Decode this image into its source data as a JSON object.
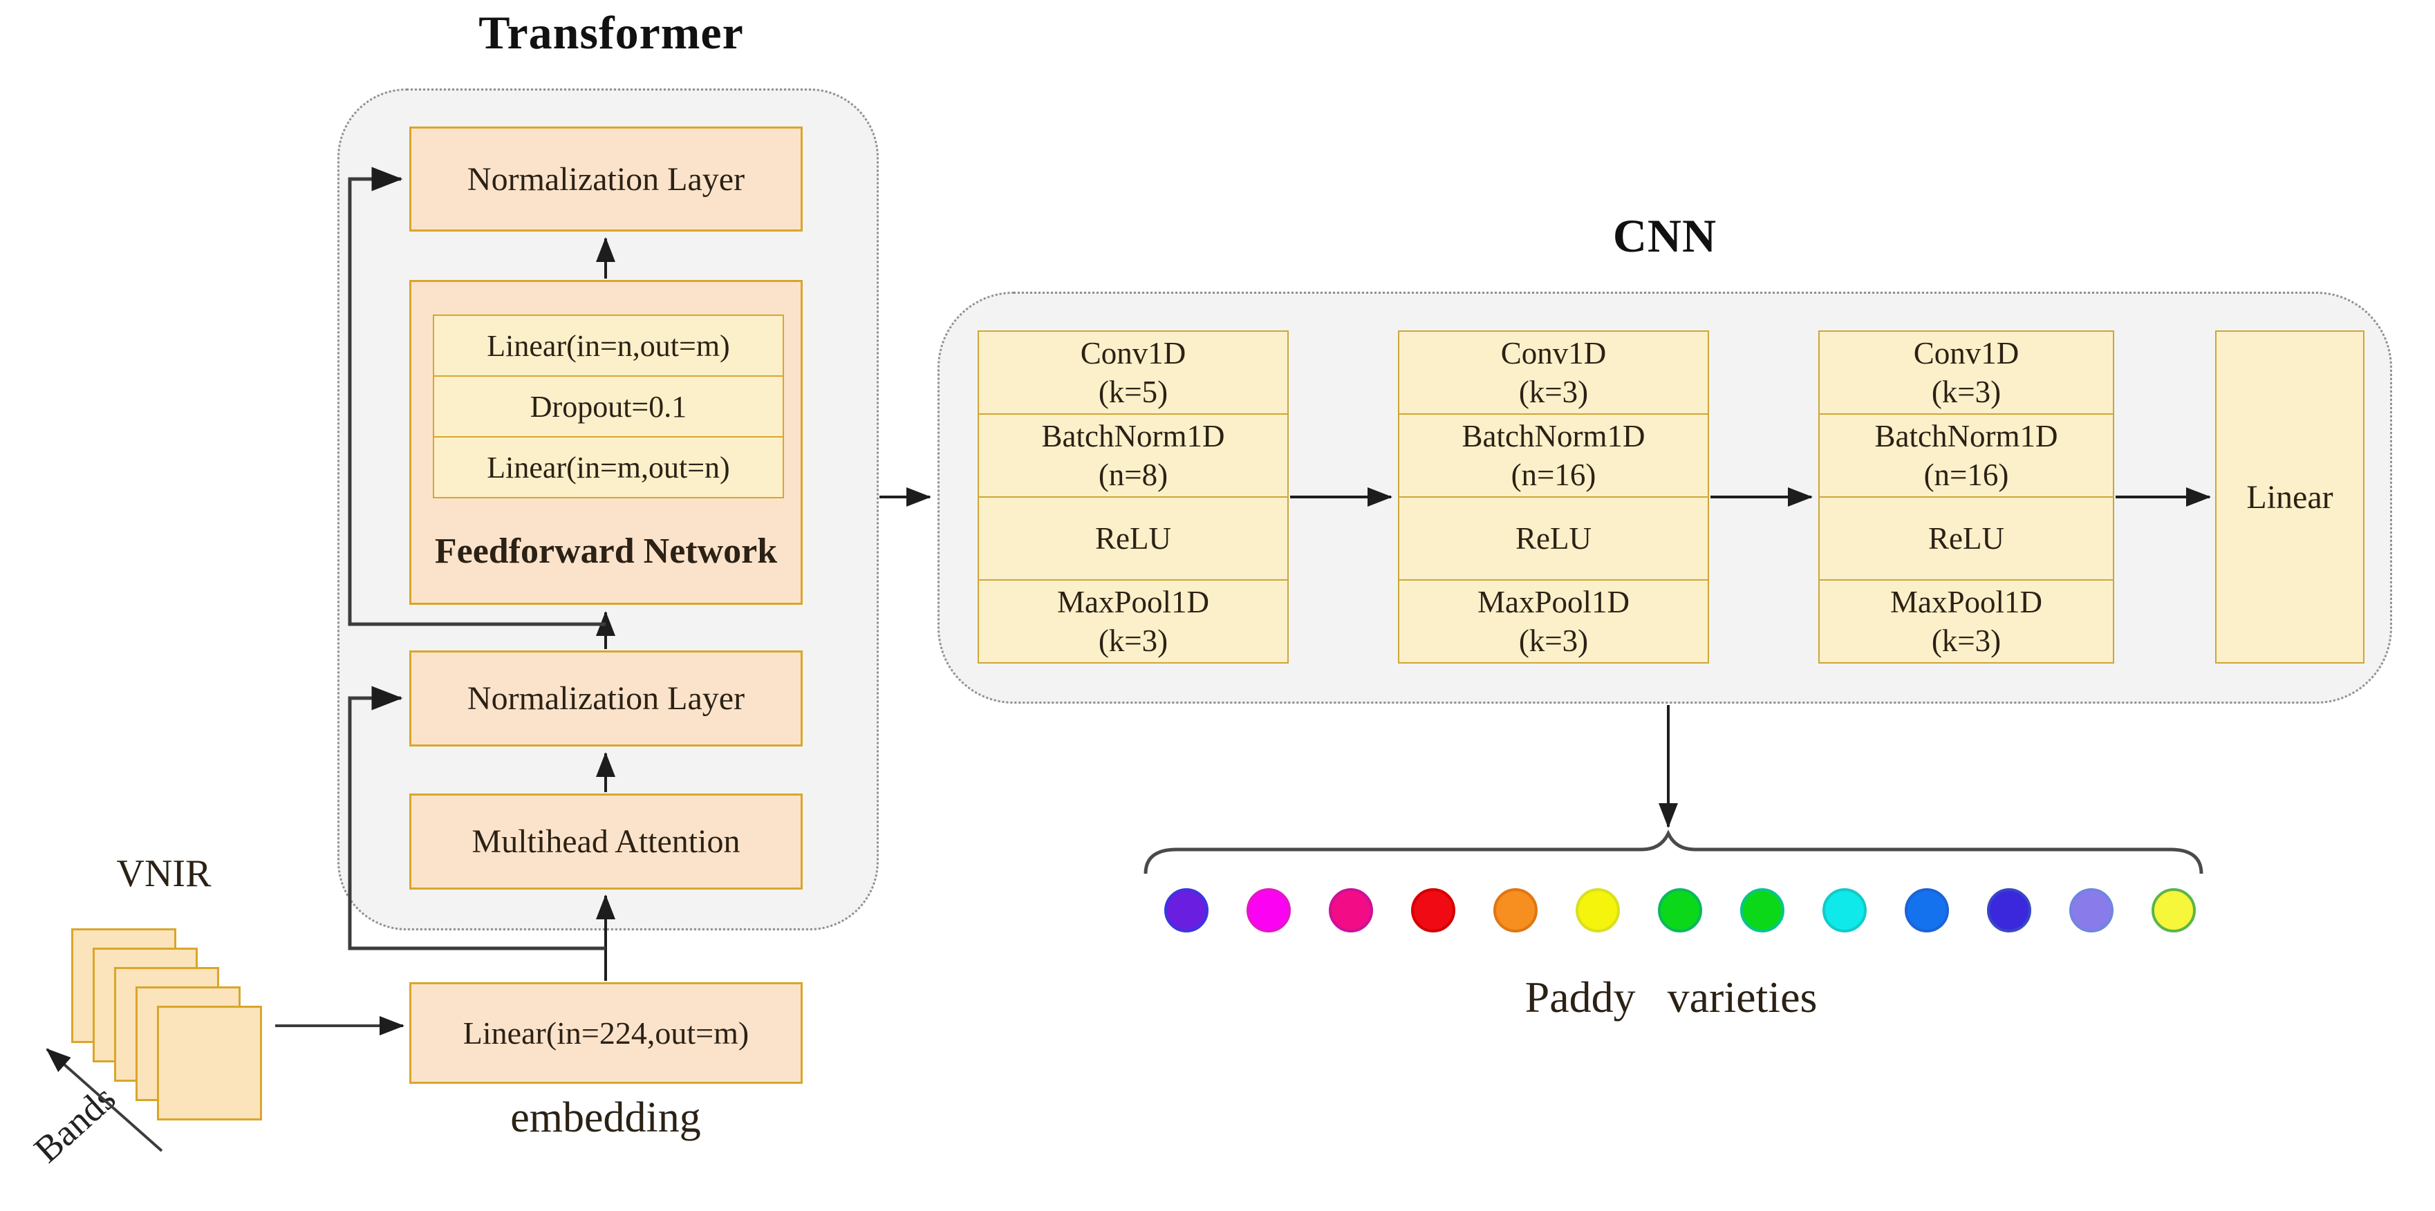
{
  "input_stack": {
    "title": "VNIR",
    "axis_label": "Bands",
    "band_count": 5
  },
  "transformer": {
    "title": "Transformer",
    "normalization_top": "Normalization Layer",
    "feedforward": {
      "cells": [
        "Linear(in=n,out=m)",
        "Dropout=0.1",
        "Linear(in=m,out=n)"
      ],
      "label": "Feedforward Network"
    },
    "normalization_bottom": "Normalization Layer",
    "multihead": "Multihead Attention",
    "embedding_cell": "Linear(in=224,out=m)",
    "embedding_caption": "embedding"
  },
  "cnn": {
    "title": "CNN",
    "blocks": [
      {
        "rows": [
          {
            "t": "Conv1D",
            "s": "(k=5)"
          },
          {
            "t": "BatchNorm1D",
            "s": "(n=8)"
          },
          {
            "t": "ReLU",
            "s": ""
          },
          {
            "t": "MaxPool1D",
            "s": "(k=3)"
          }
        ]
      },
      {
        "rows": [
          {
            "t": "Conv1D",
            "s": "(k=3)"
          },
          {
            "t": "BatchNorm1D",
            "s": "(n=16)"
          },
          {
            "t": "ReLU",
            "s": ""
          },
          {
            "t": "MaxPool1D",
            "s": "(k=3)"
          }
        ]
      },
      {
        "rows": [
          {
            "t": "Conv1D",
            "s": "(k=3)"
          },
          {
            "t": "BatchNorm1D",
            "s": "(n=16)"
          },
          {
            "t": "ReLU",
            "s": ""
          },
          {
            "t": "MaxPool1D",
            "s": "(k=3)"
          }
        ]
      }
    ],
    "linear": "Linear"
  },
  "output": {
    "caption": "Paddy varieties",
    "dots": [
      {
        "fill": "#6a1ee0",
        "border": "#3d35e0"
      },
      {
        "fill": "#fb02f3",
        "border": "#e316c9"
      },
      {
        "fill": "#f20c86",
        "border": "#cc1199"
      },
      {
        "fill": "#ef0a14",
        "border": "#d50000"
      },
      {
        "fill": "#f68e20",
        "border": "#e07612"
      },
      {
        "fill": "#f4f40c",
        "border": "#d9e020"
      },
      {
        "fill": "#0cd81a",
        "border": "#0bb760"
      },
      {
        "fill": "#0cd81a",
        "border": "#09c48c"
      },
      {
        "fill": "#0fe9e9",
        "border": "#13caca"
      },
      {
        "fill": "#1572ee",
        "border": "#1b64d6"
      },
      {
        "fill": "#3b28dc",
        "border": "#3946c8"
      },
      {
        "fill": "#8a7bea",
        "border": "#6f86df"
      },
      {
        "fill": "#f6f63b",
        "border": "#5bb54a"
      }
    ]
  },
  "palette": {
    "box_peach": "#fbe3cb",
    "box_yellow": "#fbf0c9",
    "box_border": "#d9a62b",
    "container_fill": "#f3f3f3",
    "line": "#1e1e1e"
  }
}
